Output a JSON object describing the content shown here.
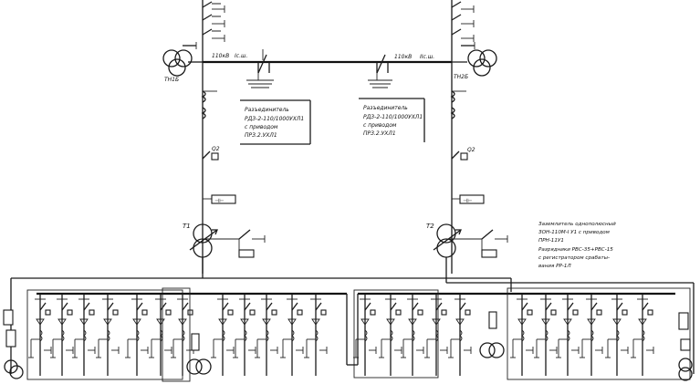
{
  "labels": {
    "bus_left_voltage": "110кВ",
    "bus_left_section": "Iс.ш.",
    "bus_right_voltage": "110кВ",
    "bus_right_section": "IIс.ш.",
    "tn_left": "ТН1Б",
    "tn_right": "ТН2Б",
    "q_left": "Q2",
    "q_right": "Q2",
    "t_left": "T1",
    "t_right": "T2"
  },
  "notes": {
    "left": [
      "Разъединитель",
      "РДЗ-2-110/1000УХЛ1",
      "с приводом",
      "ПРЗ.2.УХЛ1"
    ],
    "right": [
      "Разъединитель",
      "РДЗ-2-110/1000УХЛ1",
      "с приводом",
      "ПРЗ.2.УХЛ1"
    ],
    "grounding": [
      "Заземлитель однополюсный",
      "ЗОН-110М-I У1 с приводом",
      "ПРН-11У1",
      "Разрядники РВС-35+РВС-15",
      "с регистратором срабаты-",
      "вания РР-1Л"
    ]
  },
  "colors": {
    "ink": "#1a1a1a",
    "paper": "#ffffff"
  }
}
